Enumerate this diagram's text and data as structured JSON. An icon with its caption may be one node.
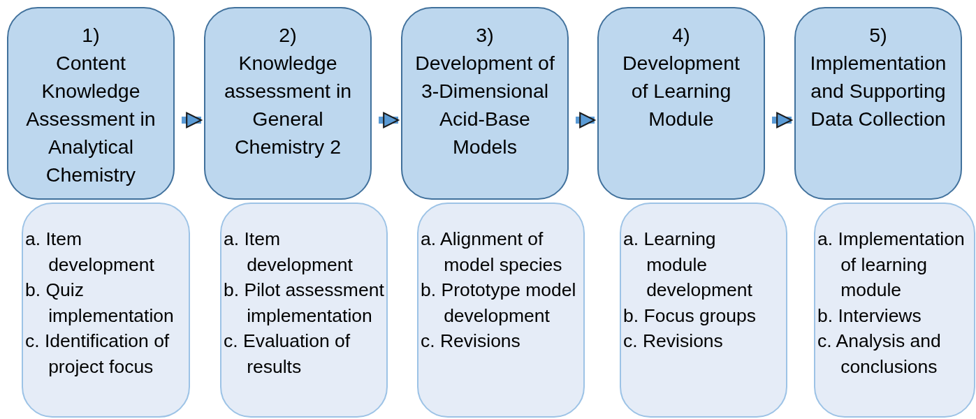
{
  "diagram": {
    "nodes": [
      {
        "text": [
          "1)",
          "Content Knowledge Assessment in Analytical Chemistry"
        ]
      },
      {
        "text": [
          "a. Item development",
          "b. Quiz implementation",
          "c. Identification of project focus"
        ]
      },
      {
        "text": [
          "2)",
          "Knowledge assessment in General Chemistry 2"
        ]
      },
      {
        "text": [
          "a. Item development",
          "b. Pilot assessment implementation",
          "c. Evaluation of results"
        ]
      },
      {
        "text": [
          "3)",
          "Development of 3-Dimensional Acid-Base Models"
        ]
      },
      {
        "text": [
          "a. Alignment of model species",
          "b. Prototype model development",
          "c. Revisions"
        ]
      },
      {
        "text": [
          "4)",
          "Development of Learning Module"
        ]
      },
      {
        "text": [
          "a. Learning module development",
          "b. Focus groups",
          "c. Revisions"
        ]
      },
      {
        "text": [
          "5)",
          "Implementation and Supporting Data Collection"
        ]
      },
      {
        "text": [
          "a. Implementation of learning module",
          "b. Interviews",
          "c. Analysis and conclusions"
        ]
      }
    ],
    "edges": [
      {
        "from": 0,
        "to": 2,
        "arrow": "to"
      },
      {
        "from": 2,
        "to": 4,
        "arrow": "to"
      },
      {
        "from": 4,
        "to": 6,
        "arrow": "to"
      },
      {
        "from": 6,
        "to": 8,
        "arrow": "to"
      }
    ]
  }
}
